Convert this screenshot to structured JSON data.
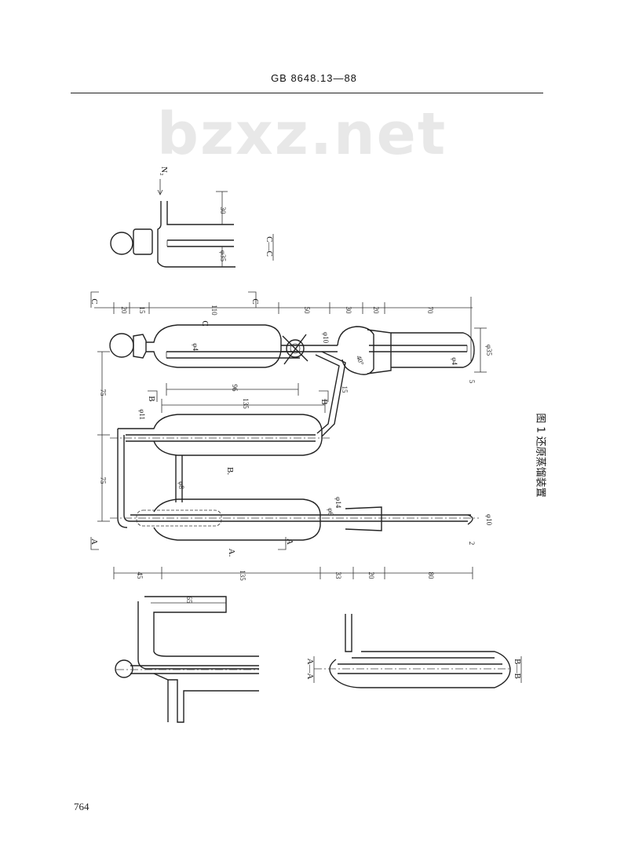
{
  "header": {
    "standard_code": "GB 8648.13—88"
  },
  "watermark": {
    "text": "bzxz.net"
  },
  "figure": {
    "caption": "图 1 还原蒸馏装置",
    "section_cc": "C—C",
    "section_aa": "A—A",
    "section_bb": "B—B",
    "gas_inlet": "N₂",
    "markers": {
      "a": "A",
      "b": "B",
      "c": "C",
      "b_dot": "B.",
      "a_dot": "A."
    },
    "dims_top": {
      "d20": "20",
      "d15": "15",
      "d110": "110",
      "d50": "50",
      "d30": "30",
      "d20b": "20",
      "d70": "70"
    },
    "dims_bottom": {
      "d45": "45",
      "d135": "135",
      "d33": "33",
      "d20": "20",
      "d80": "80"
    },
    "dims_misc": {
      "d75a": "75",
      "d75b": "75",
      "d96": "96",
      "d135": "135",
      "d65": "65",
      "d30": "30",
      "d15": "15",
      "d40deg": "40°",
      "d5": "5",
      "d2": "2",
      "phi11": "φ11",
      "phi8": "φ8",
      "phi6": "φ6",
      "phi14": "φ14",
      "phi10a": "φ10",
      "phi10b": "φ10",
      "phi4a": "φ4",
      "phi4b": "φ4",
      "phi35a": "φ35",
      "phi35b": "φ35"
    }
  },
  "page": {
    "number": "764"
  }
}
